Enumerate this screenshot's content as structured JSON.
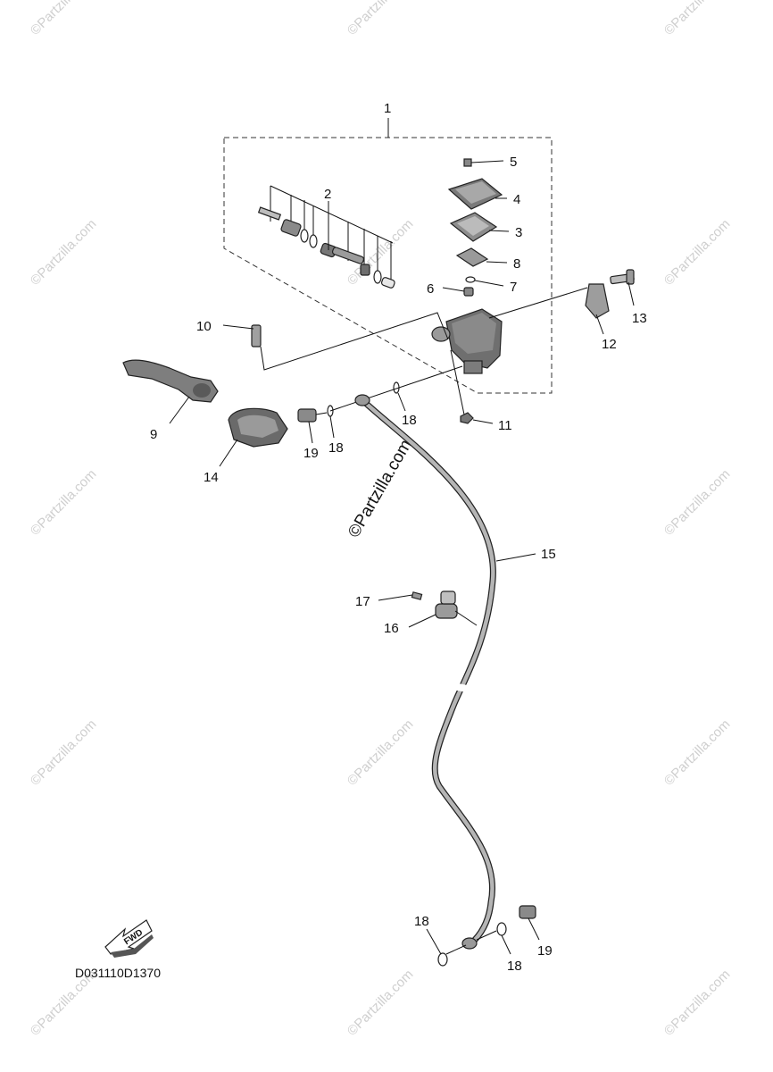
{
  "diagram_code": "D031110D1370",
  "fwd_label": "FWD",
  "watermark": "©Partzilla.com",
  "watermark_center": "©Partzilla.com",
  "callouts": {
    "c1": "1",
    "c2": "2",
    "c3": "3",
    "c4": "4",
    "c5": "5",
    "c6": "6",
    "c7": "7",
    "c8": "8",
    "c9": "9",
    "c10": "10",
    "c11": "11",
    "c12": "12",
    "c13": "13",
    "c14": "14",
    "c15": "15",
    "c16": "16",
    "c17": "17",
    "c18a": "18",
    "c18b": "18",
    "c18c": "18",
    "c18d": "18",
    "c19a": "19",
    "c19b": "19"
  }
}
